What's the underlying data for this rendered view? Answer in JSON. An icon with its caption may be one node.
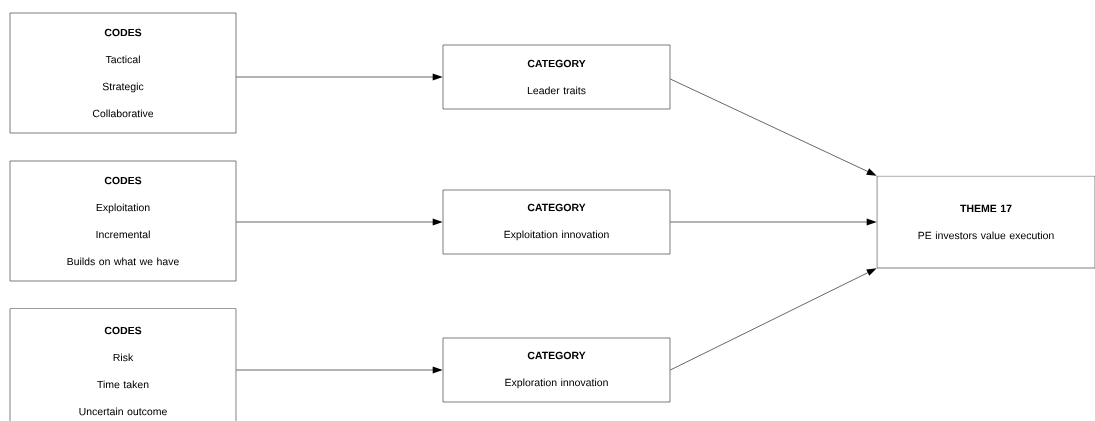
{
  "diagram": {
    "nodes": [
      {
        "text": [
          "CODES",
          "Tactical",
          "Strategic",
          "Collaborative"
        ]
      },
      {
        "text": [
          "CODES",
          "Exploitation",
          "Incremental",
          "Builds on what we have"
        ]
      },
      {
        "text": [
          "CODES",
          "Risk",
          "Time taken",
          "Uncertain outcome"
        ]
      },
      {
        "text": [
          "CATEGORY",
          "Leader traits"
        ]
      },
      {
        "text": [
          "CATEGORY",
          "Exploitation innovation"
        ]
      },
      {
        "text": [
          "CATEGORY",
          "Exploration innovation"
        ]
      },
      {
        "text": [
          "THEME 17",
          "PE investors value execution"
        ]
      }
    ],
    "edges": [
      {
        "from": 0,
        "to": 3,
        "arrow": "to"
      },
      {
        "from": 1,
        "to": 4,
        "arrow": "to"
      },
      {
        "from": 2,
        "to": 5,
        "arrow": "to"
      },
      {
        "from": 3,
        "to": 6,
        "arrow": "to"
      },
      {
        "from": 4,
        "to": 6,
        "arrow": "to"
      },
      {
        "from": 5,
        "to": 6,
        "arrow": "to"
      }
    ]
  }
}
